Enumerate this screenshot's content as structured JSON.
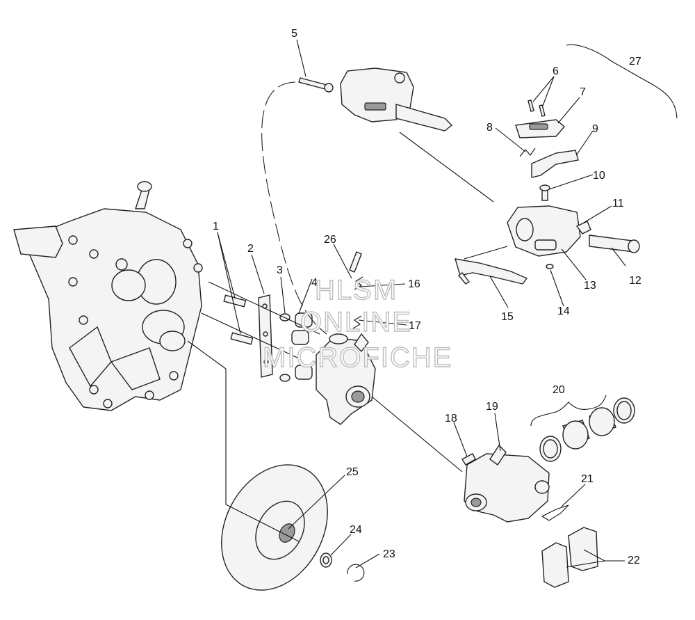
{
  "callouts": [
    "1",
    "2",
    "3",
    "4",
    "5",
    "6",
    "7",
    "8",
    "9",
    "10",
    "11",
    "12",
    "13",
    "14",
    "15",
    "16",
    "17",
    "18",
    "19",
    "20",
    "21",
    "22",
    "23",
    "24",
    "25",
    "26",
    "27"
  ],
  "watermark": [
    "HLSM",
    "ONLINE",
    "MICROFICHE"
  ]
}
